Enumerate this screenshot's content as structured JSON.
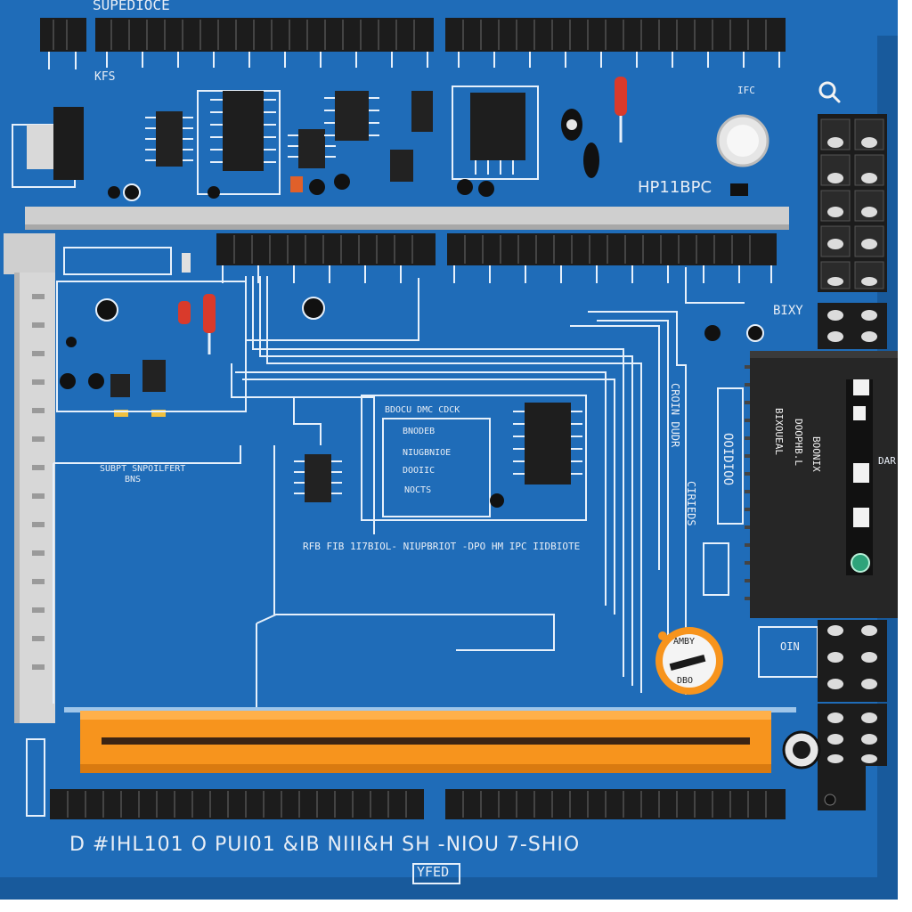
{
  "colors": {
    "board": "#1f6cb8",
    "board_dark": "#185a9c",
    "trace": "#e6f0fb",
    "header": "#1c1c1c",
    "rail": "#c9c9c9",
    "orange_slot": "#f7941d",
    "chip": "#222222",
    "red_part": "#d93a2b"
  },
  "icons": {
    "search": "search-icon"
  },
  "labels": {
    "top_left": "SUPEDIOCE",
    "top_small": "KFS",
    "top_right_tag": "HP11BPC",
    "pot_tag": "IFC",
    "right_box_1": "BIXY",
    "super_label_1": "SUBPT SNPOILFERT",
    "super_label_2": "BNS",
    "mid_1": "BDOCU  DMC  CDCK",
    "mid_2": "BNODEB",
    "mid_3": "NIUGBNIOE",
    "mid_4": "DOOIIC",
    "mid_5": "NOCTS",
    "row_text": "RFB  FIB  1I7BIOL-  NIUPBRIOT  -DPO   HM IPC  IIDBIOTE",
    "right_vert_1": "CROIN DUDR",
    "right_vert_2": "CIRIEDS",
    "right_vert_3": "OOIDIOO",
    "dial_text": "AMBY",
    "dial_sub": "DBO",
    "bottom_line": "D  #IHL101  O   PUI01   &IB   NIII&H SH -NIOU 7-SHIO",
    "bottom_tag": "YFED",
    "chip_big_a": "BIXOUEAL",
    "chip_big_b": "DOOPHB.L",
    "chip_big_c": "BOONIX",
    "right_small_tag": "OIN",
    "right_small_tag2": "DAR"
  }
}
